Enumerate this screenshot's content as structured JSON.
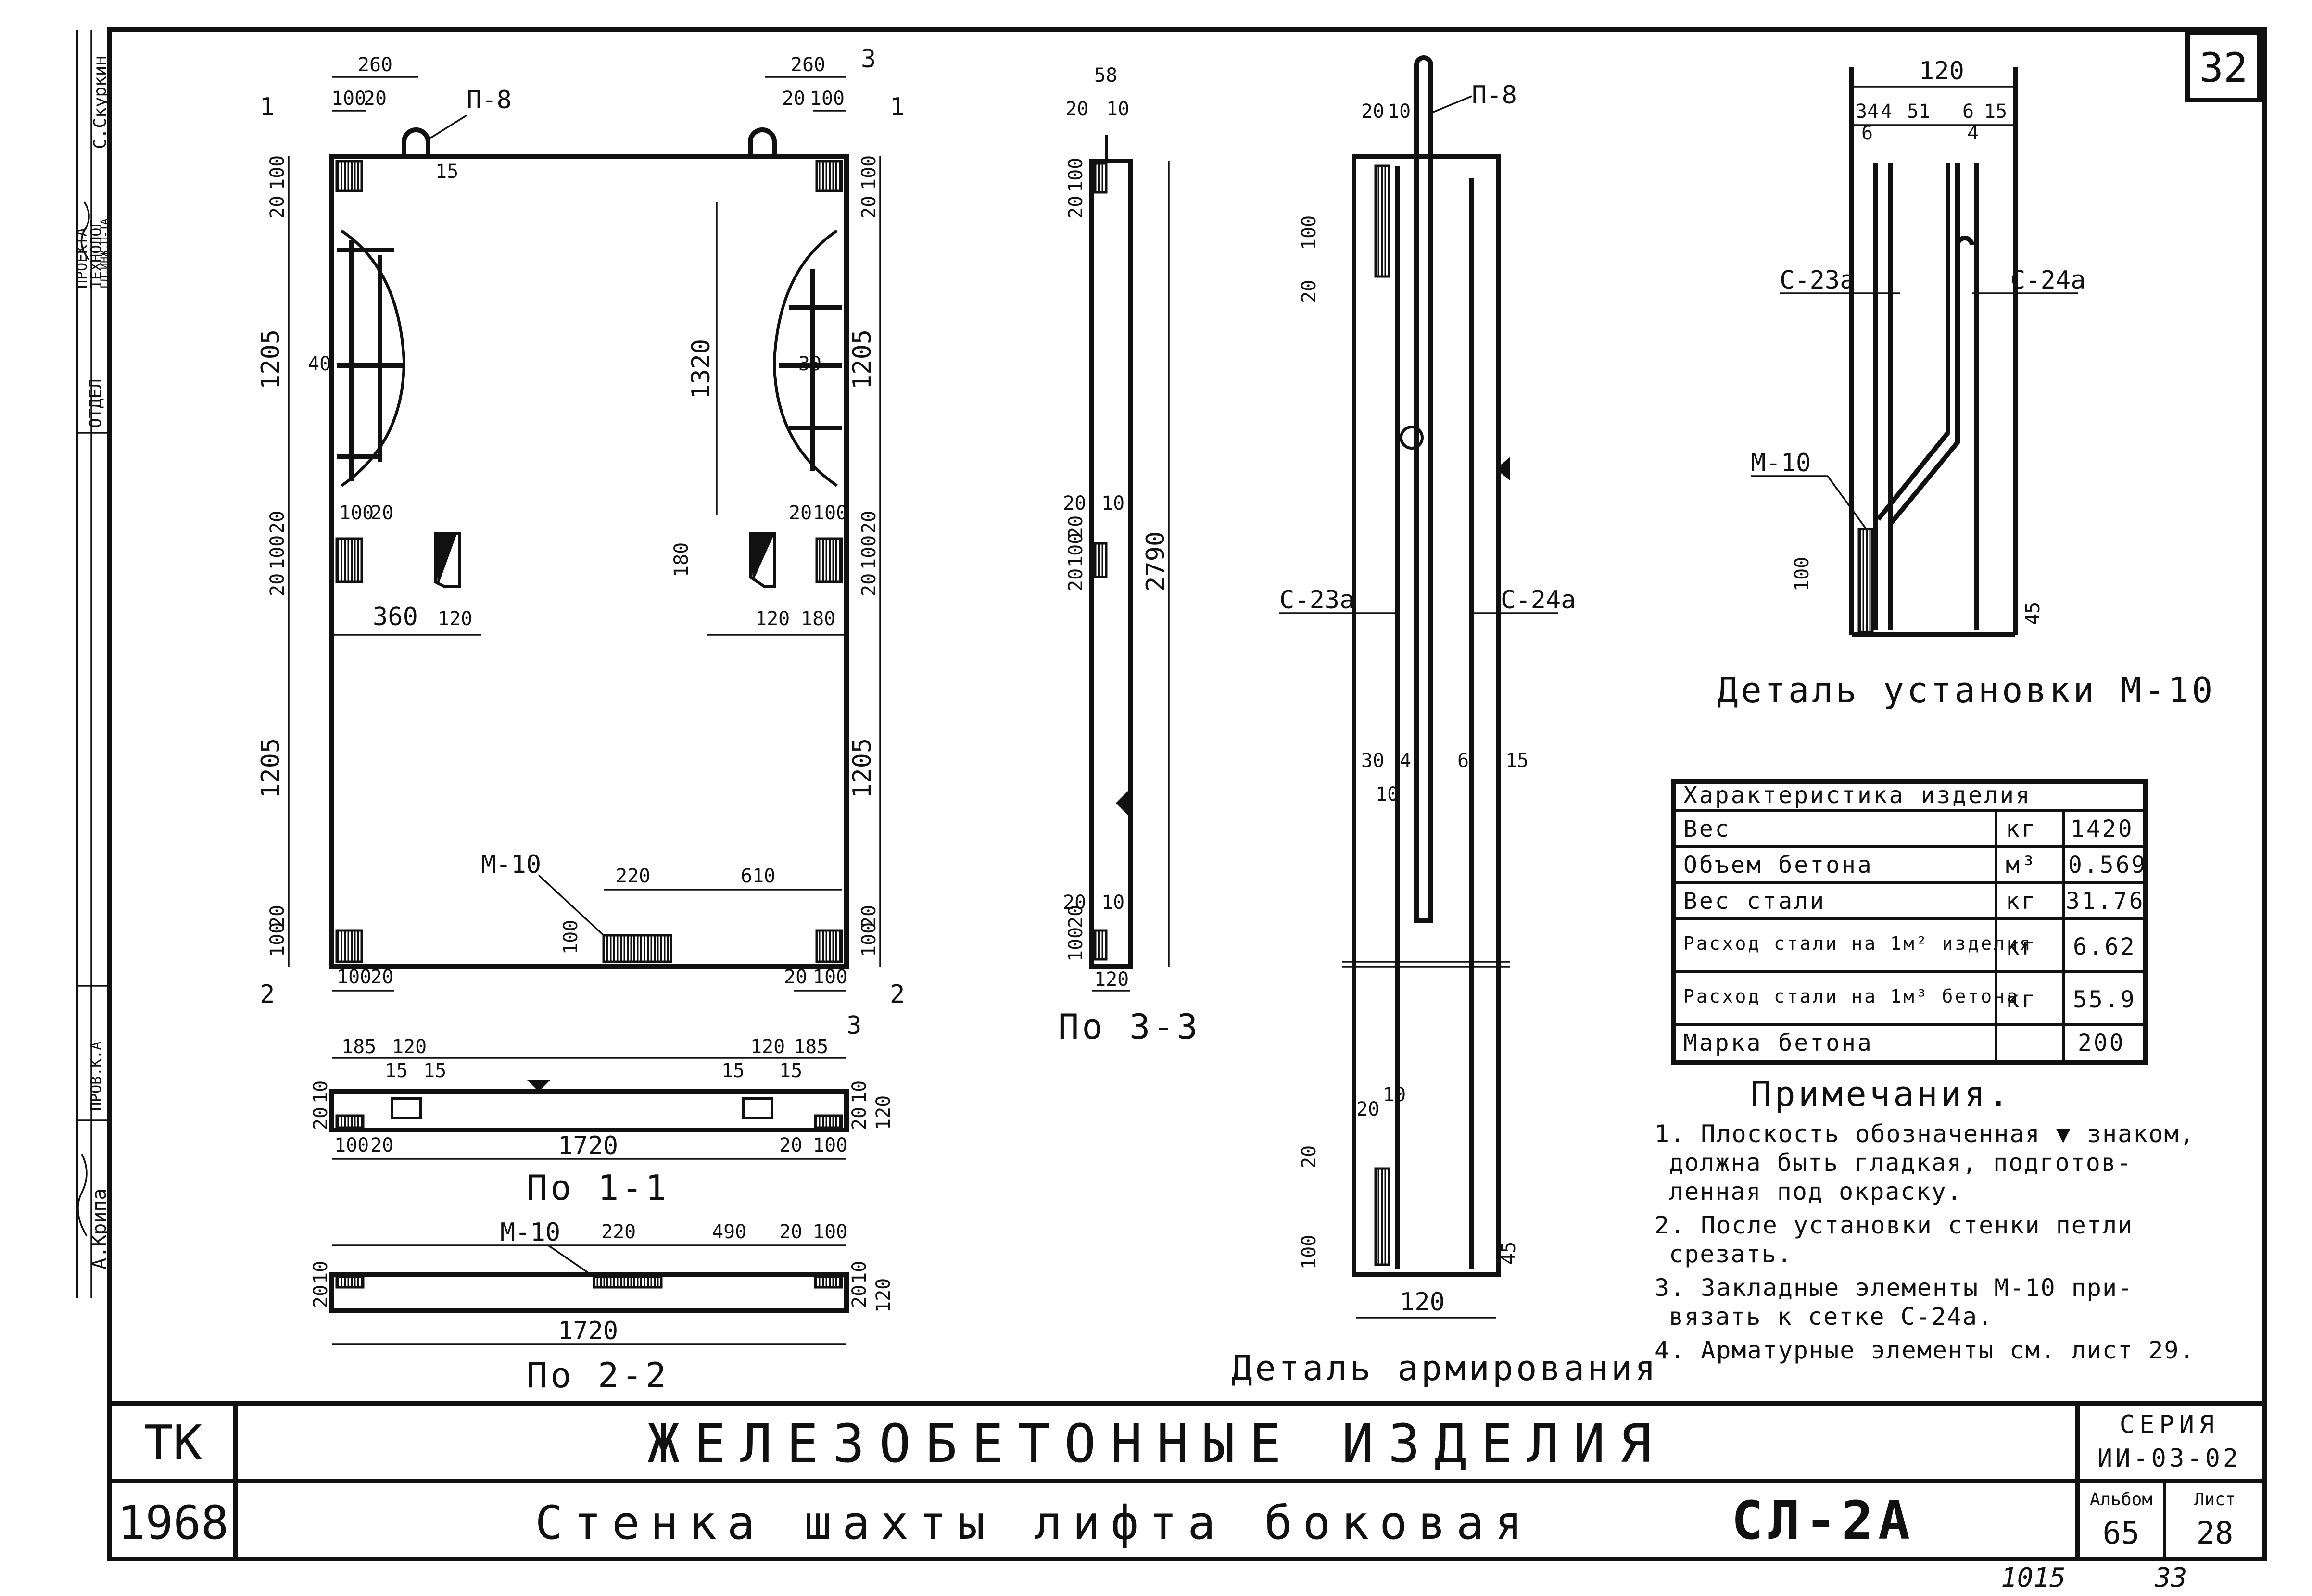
{
  "sheet": {
    "number": "32",
    "footer_number": "1015",
    "footer_number_2": "33"
  },
  "title_block": {
    "org_code": "ТК",
    "year": "1968",
    "title_main": "ЖЕЛЕЗОБЕТОННЫЕ ИЗДЕЛИЯ",
    "title_sub": "Стенка шахты лифта боковая",
    "mark": "СЛ-2А",
    "series_label": "СЕРИЯ",
    "series_value": "ИИ-03-02",
    "album_label": "Альбом",
    "album_value": "65",
    "sheet_label": "Лист",
    "sheet_value": "28"
  },
  "side_stamp": {
    "dept": "ОТДЕЛ",
    "project": "ПРОЕКТА",
    "tech": "ТЕХНОЛОГ",
    "chief": "ГЛ.ИНЖ.П-ТА",
    "name1": "С.Скуркин",
    "name2": "А.Крипа",
    "proverka": "ПРОВ.К.А"
  },
  "panel_view": {
    "dims_top": [
      "260",
      "100",
      "20",
      "260",
      "20",
      "100"
    ],
    "loop_label": "П-8",
    "loop_dim": "15",
    "section_1": "1",
    "section_2": "2",
    "section_3": "3",
    "left_dims": [
      "20",
      "100",
      "1205",
      "20",
      "100",
      "20",
      "1205",
      "20",
      "100"
    ],
    "right_dims": [
      "20",
      "100",
      "1205",
      "20",
      "100",
      "20",
      "1205",
      "20",
      "100"
    ],
    "cutout_dim_left": "40",
    "cutout_dim_right": "30",
    "inner_vertical": "1320",
    "hatch_dims": [
      "100",
      "20",
      "20",
      "100"
    ],
    "mid_dims": [
      "360",
      "120",
      "180",
      "120",
      "180"
    ],
    "bottom_insert_label": "М-10",
    "bottom_dims": [
      "220",
      "610",
      "100"
    ],
    "bottom_hatch_dims": [
      "100",
      "20",
      "20",
      "100"
    ]
  },
  "section_1_1": {
    "caption": "По 1-1",
    "dims_top": [
      "185",
      "120",
      "15",
      "15",
      "15",
      "120",
      "185",
      "15"
    ],
    "dims_bottom": [
      "100",
      "20",
      "20",
      "100"
    ],
    "length": "1720",
    "left_side": [
      "20",
      "10"
    ],
    "right_side": [
      "20",
      "10",
      "120"
    ]
  },
  "section_2_2": {
    "caption": "По 2-2",
    "insert_label": "М-10",
    "dims_top": [
      "220",
      "490",
      "20",
      "100"
    ],
    "length": "1720",
    "left_side": [
      "10",
      "20"
    ],
    "right_side": [
      "10",
      "20",
      "120"
    ]
  },
  "section_3_3": {
    "caption": "По 3-3",
    "dims_top": [
      "58",
      "20",
      "10"
    ],
    "dims_side": [
      "20",
      "100",
      "20",
      "10",
      "20",
      "100",
      "20",
      "20",
      "10",
      "100",
      "20"
    ],
    "height": "2790",
    "width": "120"
  },
  "reinforcement_detail": {
    "caption": "Деталь армирования",
    "loop_label": "П-8",
    "dims_top": [
      "20",
      "10"
    ],
    "left_mesh": "С-23а",
    "right_mesh": "С-24а",
    "dims_left": [
      "100",
      "20",
      "20",
      "100"
    ],
    "dims_mid": [
      "30",
      "4",
      "10",
      "6",
      "15"
    ],
    "dims_bottom_small": [
      "20",
      "10",
      "45"
    ],
    "width": "120"
  },
  "installation_detail": {
    "caption": "Деталь установки М-10",
    "dims_top": [
      "120",
      "34",
      "4",
      "51",
      "6",
      "15",
      "6",
      "4"
    ],
    "left_mesh": "С-23а",
    "right_mesh": "С-24а",
    "insert_label": "М-10",
    "dims_side": [
      "100",
      "45"
    ]
  },
  "characteristics": {
    "title": "Характеристика изделия",
    "rows": [
      {
        "name": "Вес",
        "unit": "кг",
        "value": "1420"
      },
      {
        "name": "Объем бетона",
        "unit": "м³",
        "value": "0.569"
      },
      {
        "name": "Вес стали",
        "unit": "кг",
        "value": "31.76"
      },
      {
        "name": "Расход стали на 1м² изделия",
        "unit": "кг",
        "value": "6.62"
      },
      {
        "name": "Расход стали на 1м³ бетона",
        "unit": "кг",
        "value": "55.9"
      },
      {
        "name": "Марка бетона",
        "unit": "",
        "value": "200"
      }
    ]
  },
  "notes": {
    "title": "Примечания.",
    "items": [
      "1. Плоскость обозначенная ▼ знаком,",
      "должна быть гладкая, подготов-",
      "ленная под окраску.",
      "2. После установки стенки петли",
      "срезать.",
      "3. Закладные элементы М-10 при-",
      "вязать к сетке С-24а.",
      "4. Арматурные элементы см. лист 29."
    ]
  }
}
